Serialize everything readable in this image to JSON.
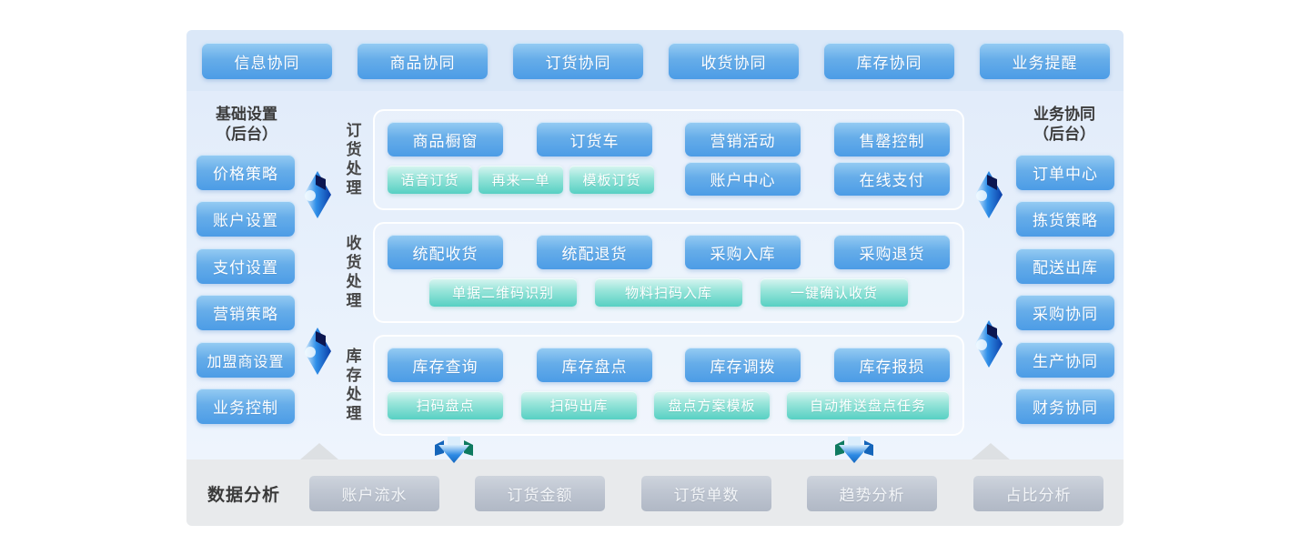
{
  "top_buttons": [
    "信息协同",
    "商品协同",
    "订货协同",
    "收货协同",
    "库存协同",
    "业务提醒"
  ],
  "left_panel": {
    "title_line1": "基础设置",
    "title_line2": "（后台）",
    "items": [
      "价格策略",
      "账户设置",
      "支付设置",
      "营销策略",
      "加盟商设置",
      "业务控制"
    ]
  },
  "right_panel": {
    "title_line1": "业务协同",
    "title_line2": "（后台）",
    "items": [
      "订单中心",
      "拣货策略",
      "配送出库",
      "采购协同",
      "生产协同",
      "财务协同"
    ]
  },
  "sections": [
    {
      "label": "订货处理",
      "primary": [
        "商品橱窗",
        "订货车",
        "营销活动",
        "售罄控制"
      ],
      "secondary_teal": [
        "语音订货",
        "再来一单",
        "模板订货"
      ],
      "secondary_blue": [
        "账户中心",
        "在线支付"
      ]
    },
    {
      "label": "收货处理",
      "primary": [
        "统配收货",
        "统配退货",
        "采购入库",
        "采购退货"
      ],
      "secondary_teal": [
        "单据二维码识别",
        "物料扫码入库",
        "一键确认收货"
      ]
    },
    {
      "label": "库存处理",
      "primary": [
        "库存查询",
        "库存盘点",
        "库存调拨",
        "库存报损"
      ],
      "secondary_teal": [
        "扫码盘点",
        "扫码出库",
        "盘点方案模板",
        "自动推送盘点任务"
      ]
    }
  ],
  "bottom_panel": {
    "label": "数据分析",
    "items": [
      "账户流水",
      "订货金额",
      "订货单数",
      "趋势分析",
      "占比分析"
    ]
  },
  "colors": {
    "accent_blue": "#4c9ce6",
    "accent_teal": "#57d0c3",
    "accent_gray": "#b6bdca",
    "panel_blue": "#e3edfa",
    "panel_gray": "#e8eaec"
  }
}
